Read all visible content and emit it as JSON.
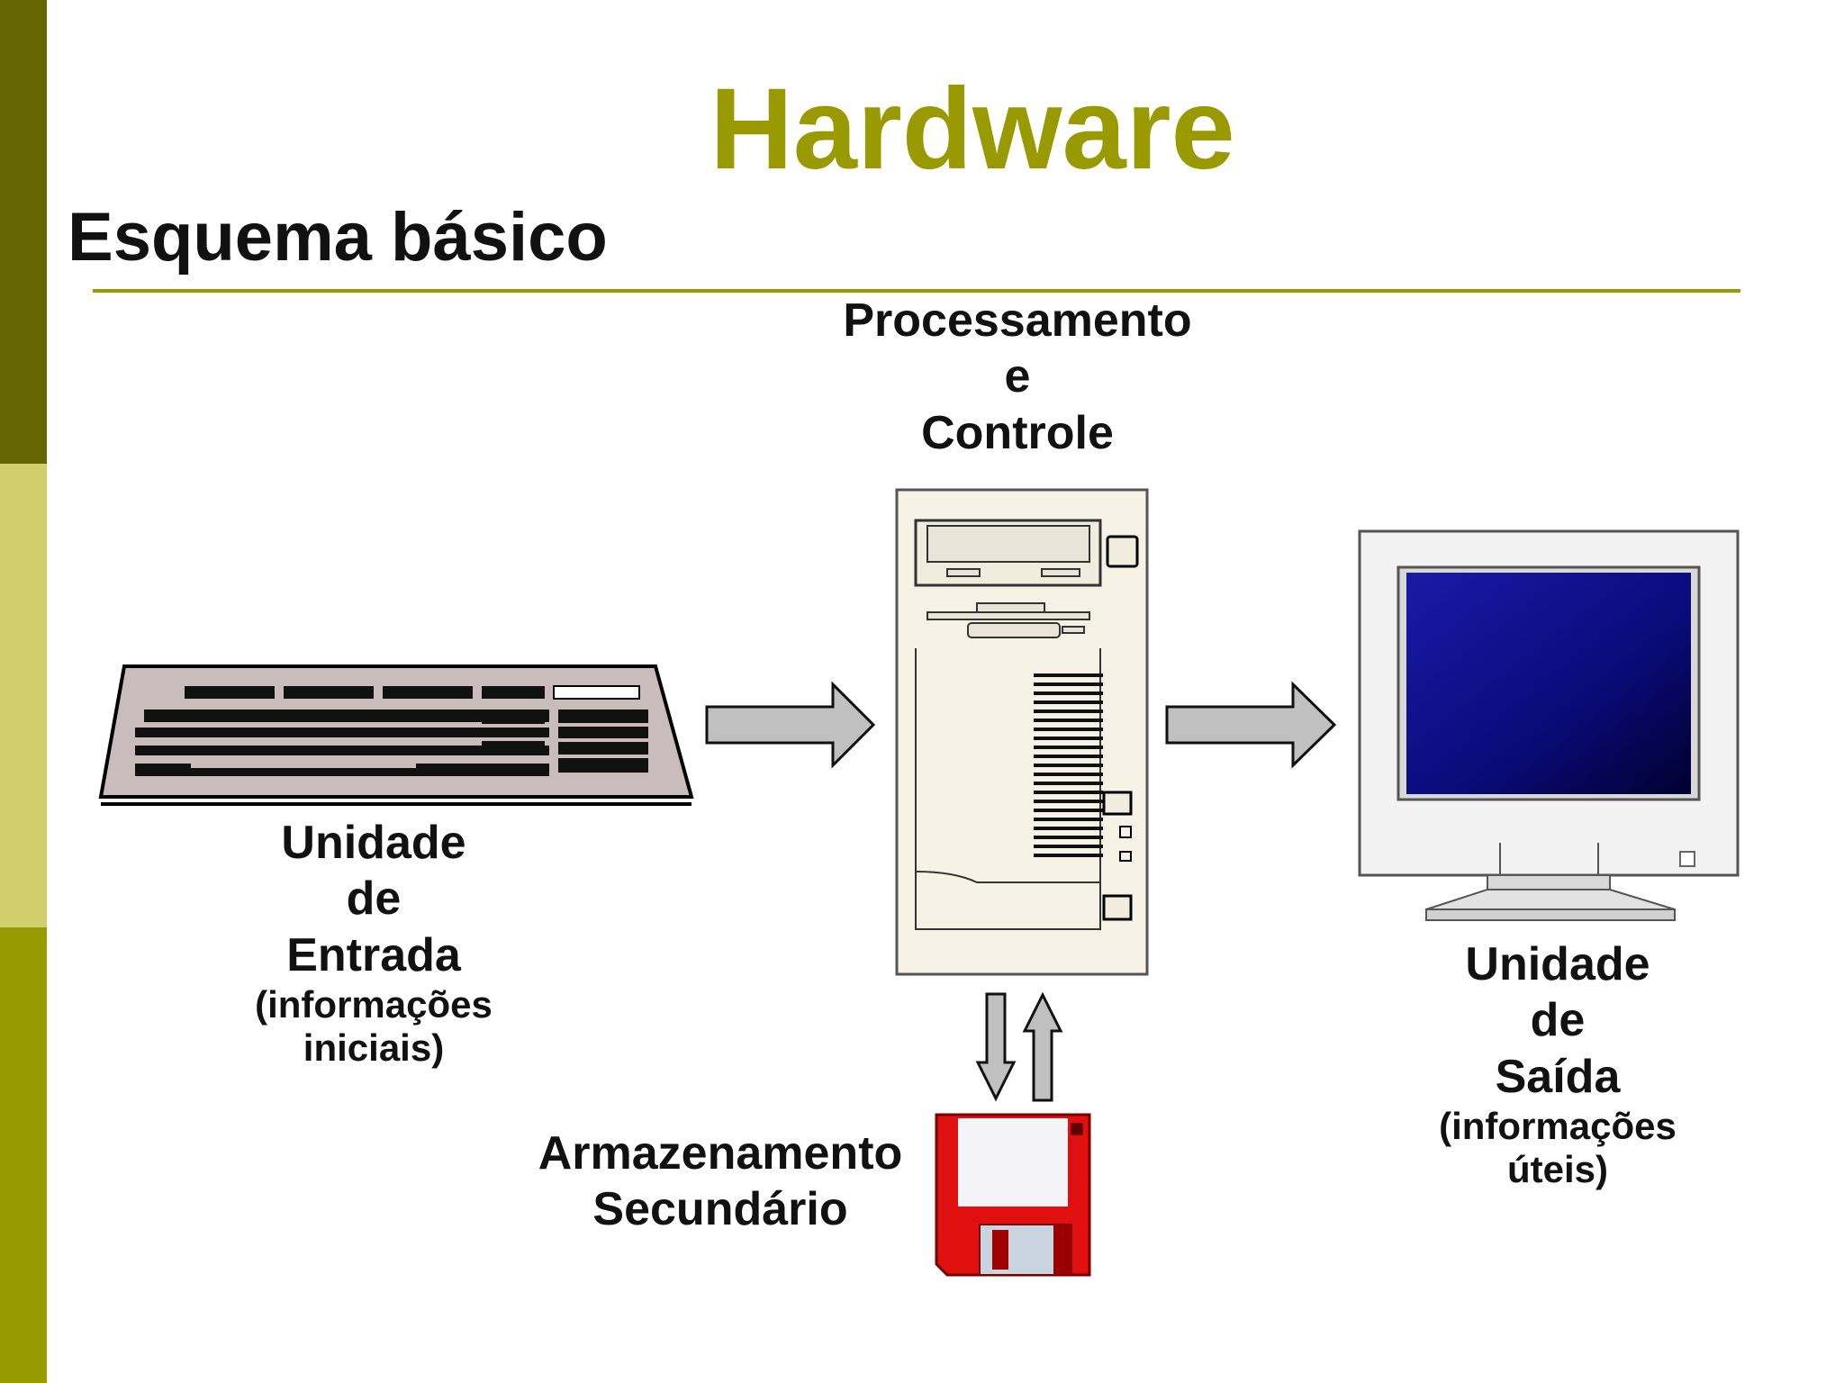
{
  "title": "Hardware",
  "subtitle": "Esquema básico",
  "colors": {
    "accent": "#999900",
    "sidebar_dark": "#666600",
    "sidebar_light": "#d0cf6c",
    "arrow_fill": "#c0c0c0",
    "screen": "#0a0a80",
    "floppy_red": "#e01010"
  },
  "nodes": {
    "processing": {
      "lines": [
        "Processamento",
        "e",
        "Controle"
      ],
      "icon": "computer-tower-icon"
    },
    "input": {
      "lines": [
        "Unidade",
        "de",
        "Entrada"
      ],
      "sub": [
        "(informações",
        "iniciais)"
      ],
      "icon": "keyboard-icon"
    },
    "output": {
      "lines": [
        "Unidade",
        "de",
        "Saída"
      ],
      "sub": [
        "(informações",
        "úteis)"
      ],
      "icon": "monitor-icon"
    },
    "storage": {
      "lines": [
        "Armazenamento",
        "Secundário"
      ],
      "icon": "floppy-disk-icon"
    }
  }
}
